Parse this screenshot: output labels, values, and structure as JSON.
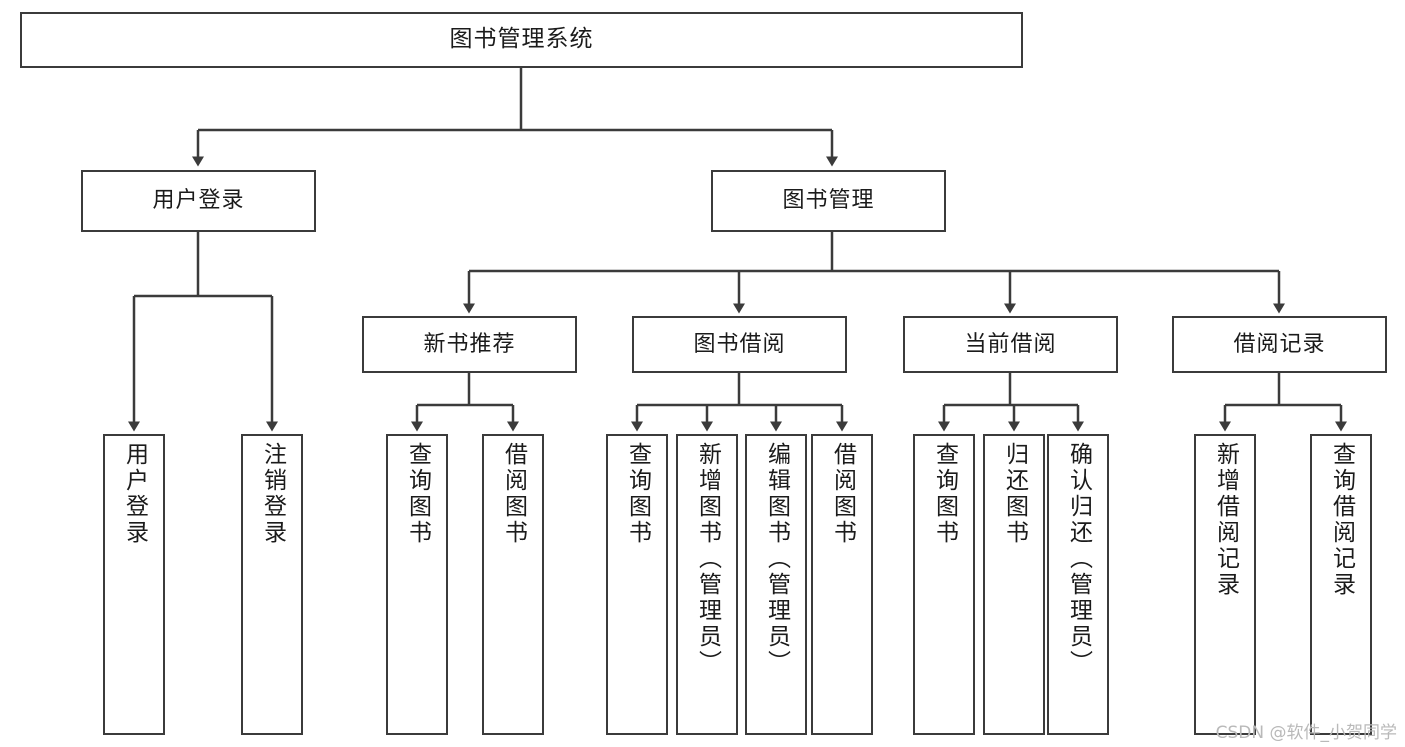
{
  "diagram": {
    "title": "图书管理系统",
    "type": "tree-hierarchy-chart",
    "line_color": "#3b3b3b",
    "background_color": "#ffffff",
    "root": {
      "label": "图书管理系统"
    },
    "level2": [
      {
        "label": "用户登录"
      },
      {
        "label": "图书管理"
      }
    ],
    "level3": [
      {
        "label": "新书推荐"
      },
      {
        "label": "图书借阅"
      },
      {
        "label": "当前借阅"
      },
      {
        "label": "借阅记录"
      }
    ],
    "leaves": {
      "user_login": [
        {
          "label": "用户登录"
        },
        {
          "label": "注销登录"
        }
      ],
      "new_book_recommend": [
        {
          "label": "查询图书"
        },
        {
          "label": "借阅图书"
        }
      ],
      "book_borrow": [
        {
          "label": "查询图书"
        },
        {
          "label": "新增图书（管理员）"
        },
        {
          "label": "编辑图书（管理员）"
        },
        {
          "label": "借阅图书"
        }
      ],
      "current_borrow": [
        {
          "label": "查询图书"
        },
        {
          "label": "归还图书"
        },
        {
          "label": "确认归还（管理员）"
        }
      ],
      "borrow_record": [
        {
          "label": "新增借阅记录"
        },
        {
          "label": "查询借阅记录"
        }
      ]
    }
  },
  "watermark": {
    "text": "CSDN @软件_小贺同学"
  }
}
